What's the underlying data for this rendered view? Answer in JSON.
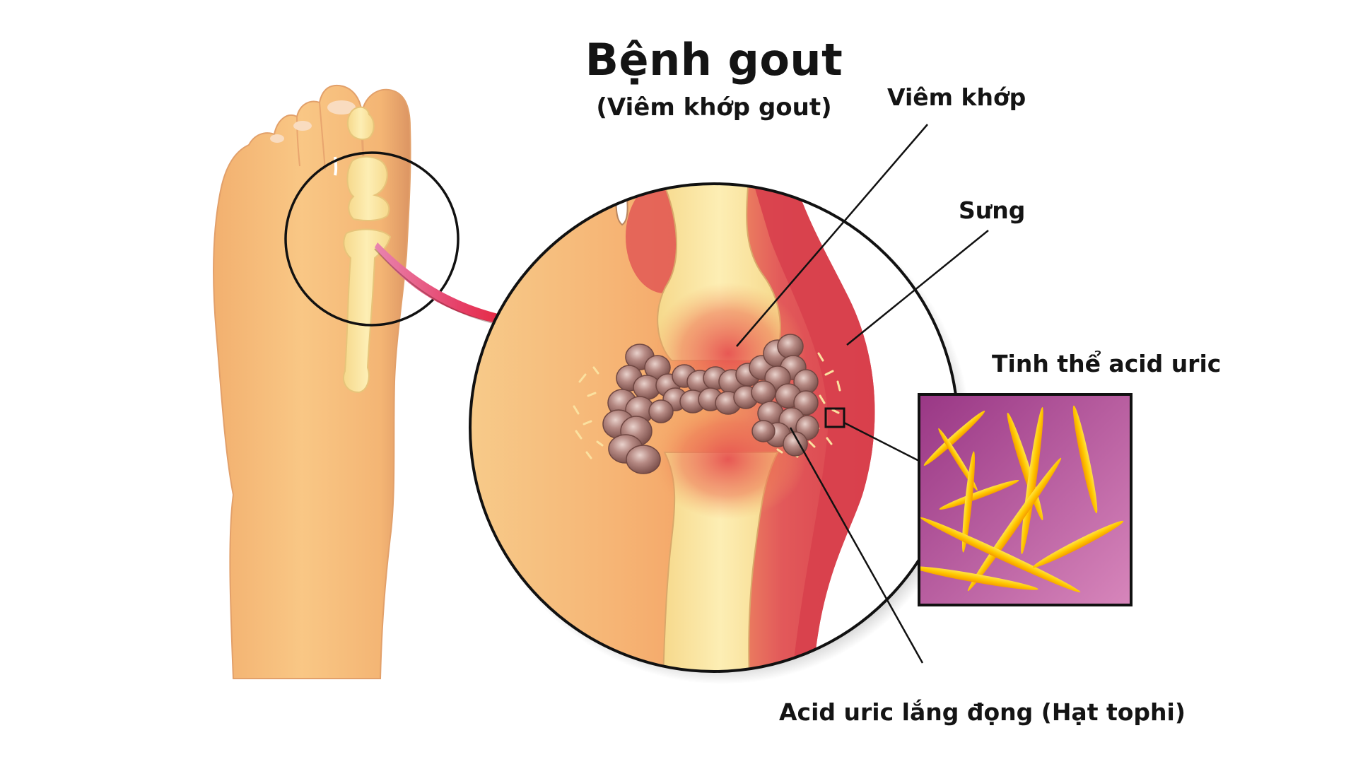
{
  "diagram": {
    "title": "Bệnh gout",
    "subtitle": "(Viêm khớp gout)",
    "labels": {
      "joint_inflammation": "Viêm khớp",
      "swelling": "Sưng",
      "uric_acid_crystals": "Tinh thể acid uric",
      "tophi_deposit": "Acid uric lắng đọng (Hạt tophi)"
    },
    "colors": {
      "background": "#ffffff",
      "skin": "#f7c07f",
      "skin_shadow": "#e39a63",
      "bone": "#fbe39a",
      "inflammation_red": "#d9414e",
      "tophi": "#a5756f",
      "crystal_bg_start": "#9b3b87",
      "crystal_bg_end": "#d37fb6",
      "crystal": "#ffd21a",
      "arrow": "#e8223a",
      "outline": "#111111"
    },
    "parts": [
      "foot-illustration",
      "big-toe-joint-highlight-circle",
      "zoom-arrow",
      "magnified-joint-circle",
      "tophi-cluster",
      "crystal-sample-marker",
      "crystal-magnification-box"
    ]
  }
}
